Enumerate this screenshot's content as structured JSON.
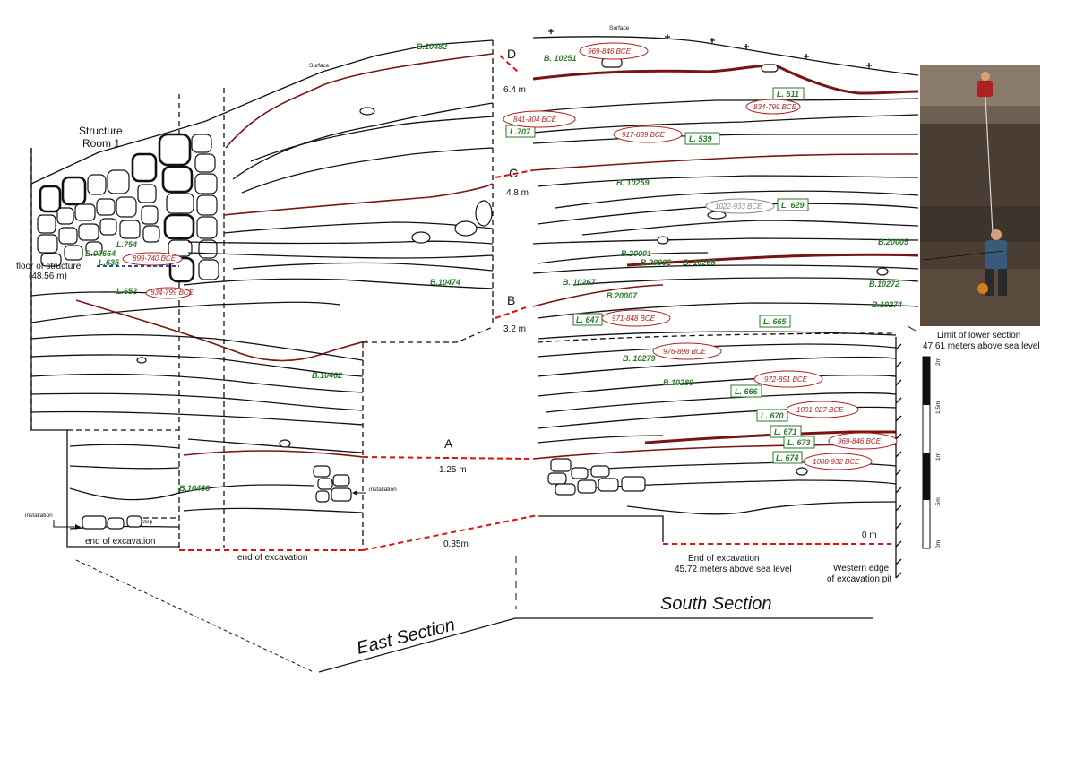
{
  "sections": {
    "east_title": "East Section",
    "south_title": "South Section"
  },
  "top_labels": {
    "surface_left": "Surface",
    "surface_right": "Surface",
    "structure_line1": "Structure",
    "structure_line2": "Room 1",
    "floor_line1": "floor of structure",
    "floor_line2": "(48.56 m)"
  },
  "markers": [
    {
      "letter": "D",
      "depth": "6.4 m"
    },
    {
      "letter": "C",
      "depth": "4.8 m"
    },
    {
      "letter": "B",
      "depth": "3.2 m"
    },
    {
      "letter": "A",
      "depth": "1.25 m"
    },
    {
      "letter": "",
      "depth": "0.35m"
    }
  ],
  "baskets": {
    "b10482": "B.10482",
    "b10251": "B. 10251",
    "b10474": "B.10474",
    "b10462": "B.10462",
    "b10466": "B.10466",
    "b09664": "B.09664",
    "b10259": "B. 10259",
    "b20001": "B.20001",
    "b20002": "B.20002",
    "b10265": "B. 10265",
    "b20005": "B.20005",
    "b10267": "B. 10267",
    "b20007": "B.20007",
    "b10272": "B.10272",
    "b10274": "B.10274",
    "b10279": "B. 10279",
    "b10280": "B.10280"
  },
  "loci": {
    "l754": "L.754",
    "l635": "L.635",
    "l652": "L.652",
    "l511": "L. 511",
    "l707": "L.707",
    "l539": "L. 539",
    "l629": "L. 629",
    "l647": "L. 647",
    "l665": "L. 665",
    "l666": "L. 666",
    "l670": "L. 670",
    "l671": "L. 671",
    "l673": "L. 673",
    "l674": "L. 674"
  },
  "dates": {
    "d899_740": "899-740 BCE",
    "d834_799a": "834-799 BCE",
    "d969_846a": "969-846 BCE",
    "d834_799b": "834-799 BCE",
    "d841_804": "841-804 BCE",
    "d917_839": "917-839 BCE",
    "d1022_933": "1022-933 BCE",
    "d971_848": "971-848 BCE",
    "d976_898": "976-898 BCE",
    "d972_851": "972-851 BCE",
    "d1001_927": "1001-927 BCE",
    "d969_846b": "969-846 BCE",
    "d1008_932": "1008-932 BCE"
  },
  "annotations": {
    "installation_left": "installation",
    "installation_right": "installation",
    "step": "step",
    "end_exc_1": "end of excavation",
    "end_exc_2": "end of excavation",
    "end_exc_south_1": "End of excavation",
    "end_exc_south_2": "45.72  meters above sea level",
    "zero_m": "0 m",
    "western_1": "Western edge",
    "western_2": "of excavation pit",
    "limit_1": "Limit of lower section",
    "limit_2": "47.61 meters above sea level"
  },
  "scale_bar": {
    "labels": [
      "2m",
      "1.5m",
      "1m",
      ".5m",
      "0m"
    ]
  },
  "colors": {
    "locus_green": "#2a7a2a",
    "date_red": "#b01f1f",
    "maroon_line": "#7a1414",
    "correlation_dash": "#e01010",
    "floor_dash": "#2b4aa0"
  }
}
